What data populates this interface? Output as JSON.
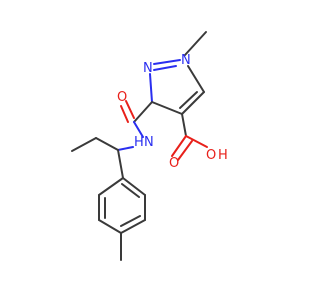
{
  "molecule": {
    "atoms": {
      "n_methyl": "N",
      "n_ring2": "N",
      "o_amide": "O",
      "n_amide": "N",
      "h_amide": "H",
      "o_acid_carbonyl": "O",
      "o_acid_hydroxyl": "O",
      "h_acid": "H"
    },
    "colors": {
      "carbon_bond": "#3a3a3a",
      "nitrogen": "#2a2ff0",
      "oxygen": "#e8201a"
    }
  }
}
